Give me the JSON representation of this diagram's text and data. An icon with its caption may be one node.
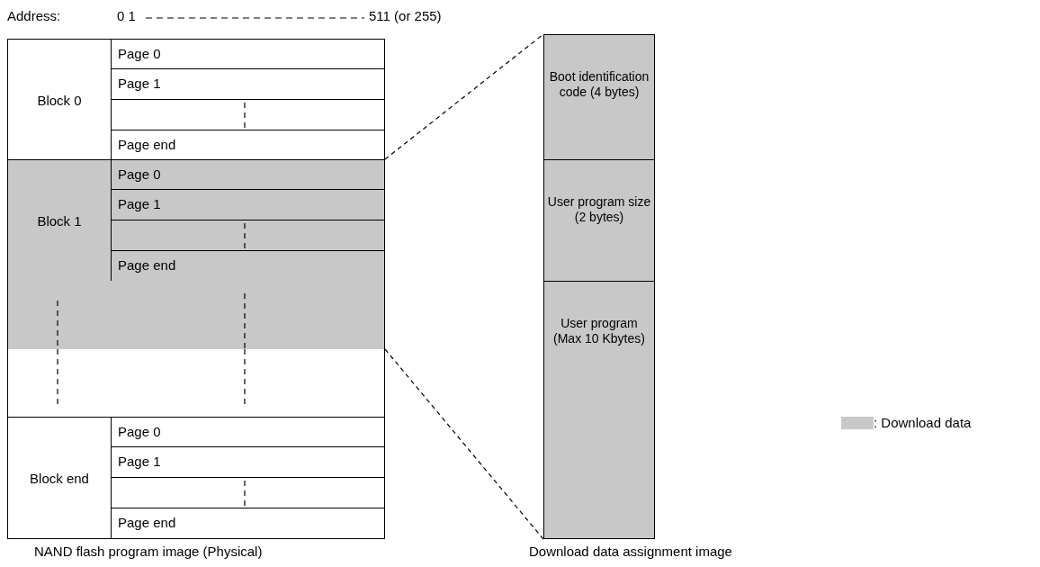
{
  "diagram": {
    "nodes": [
      {
        "text": [
          "Block 0"
        ]
      },
      {
        "text": [
          "Page 0"
        ]
      },
      {
        "text": [
          "Page 1"
        ]
      },
      {
        "text": [],
        "shape": "box"
      },
      {
        "text": [
          "Page end"
        ]
      },
      {
        "text": [
          "Block 1"
        ]
      },
      {
        "text": [
          "Page 0"
        ]
      },
      {
        "text": [
          "Page 1"
        ]
      },
      {
        "text": [],
        "shape": "box"
      },
      {
        "text": [
          "Page end"
        ]
      },
      {
        "text": [],
        "shape": "box"
      },
      {
        "text": [],
        "shape": "box"
      },
      {
        "text": [
          "Block end"
        ]
      },
      {
        "text": [
          "Page 0"
        ]
      },
      {
        "text": [
          "Page 1"
        ]
      },
      {
        "text": [],
        "shape": "box"
      },
      {
        "text": [
          "Page end"
        ]
      },
      {
        "text": [
          "Boot identification code (4 bytes)"
        ]
      },
      {
        "text": [
          "User program size (2 bytes)"
        ]
      },
      {
        "text": [
          "User program (Max 10 Kbytes)"
        ]
      }
    ],
    "edges": [
      {
        "from": 6,
        "to": 17,
        "arrow": "none",
        "style": "dashed"
      },
      {
        "from": 10,
        "to": 19,
        "arrow": "none",
        "style": "dashed"
      }
    ],
    "labels": [
      "Address:",
      "0 1",
      "511 (or 255)",
      "NAND flash program image (Physical)",
      "Download data assignment image"
    ],
    "legend": [
      {
        "text": ": Download data",
        "color": "#c8c8c8"
      }
    ]
  }
}
